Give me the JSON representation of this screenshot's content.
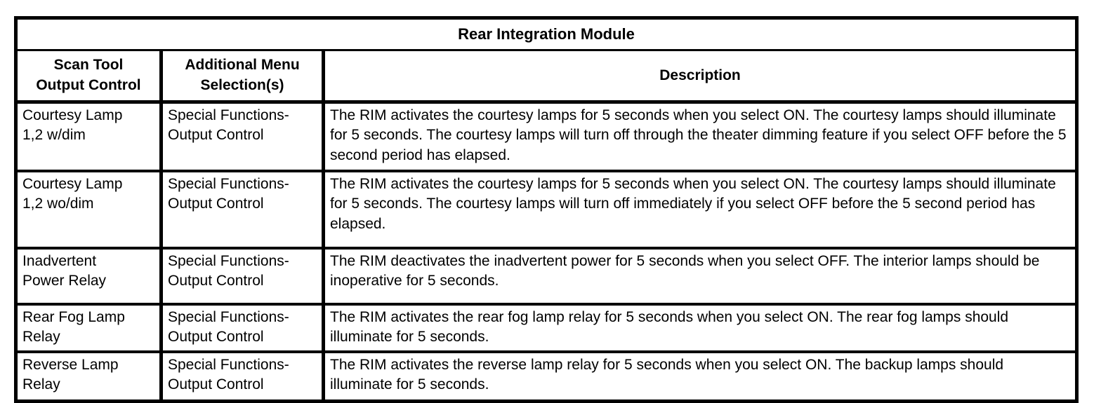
{
  "table": {
    "title": "Rear Integration Module",
    "columns": {
      "output_control": "Scan Tool\nOutput Control",
      "menu_selection": "Additional Menu\nSelection(s)",
      "description": "Description"
    },
    "rows": [
      {
        "output_control": "Courtesy Lamp\n1,2 w/dim",
        "menu_selection": "Special Functions-\nOutput Control",
        "description": "The RIM activates the courtesy lamps for 5 seconds when you select ON. The courtesy lamps should illuminate for 5 seconds. The courtesy lamps will turn off through the theater dimming feature if you select OFF before the 5 second period has elapsed."
      },
      {
        "output_control": "Courtesy Lamp\n1,2 wo/dim",
        "menu_selection": "Special Functions-\nOutput Control",
        "description": "The RIM activates the courtesy lamps for 5 seconds when you select ON. The courtesy lamps should illuminate for 5 seconds. The courtesy lamps will turn off immediately if you select OFF before the 5 second period has elapsed."
      },
      {
        "output_control": "Inadvertent\nPower Relay",
        "menu_selection": "Special Functions-\nOutput Control",
        "description": "The RIM deactivates the inadvertent power for 5 seconds when you select OFF. The interior lamps should be inoperative for 5 seconds."
      },
      {
        "output_control": "Rear Fog Lamp\nRelay",
        "menu_selection": "Special Functions-\nOutput Control",
        "description": "The RIM activates the rear fog lamp relay for 5 seconds when you select ON. The rear fog lamps should illuminate for 5 seconds."
      },
      {
        "output_control": "Reverse Lamp\nRelay",
        "menu_selection": "Special Functions-\nOutput Control",
        "description": "The RIM activates the reverse lamp relay for 5 seconds when you select ON. The backup lamps should illuminate for 5 seconds."
      }
    ]
  }
}
